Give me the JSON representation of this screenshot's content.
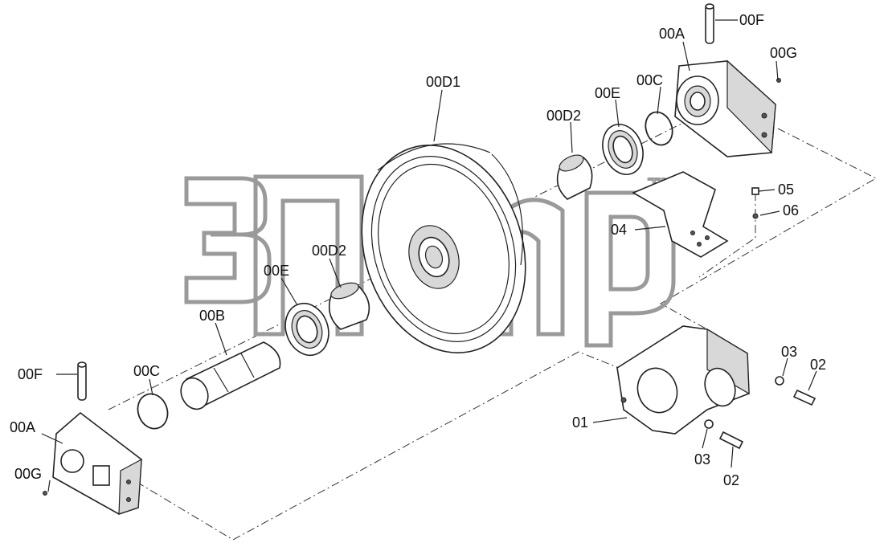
{
  "labels": {
    "l_00F_top": "00F",
    "l_00A_top": "00A",
    "l_00G_top": "00G",
    "l_00C_top": "00C",
    "l_00E_top": "00E",
    "l_00D2_top": "00D2",
    "l_00D1": "00D1",
    "l_05": "05",
    "l_06": "06",
    "l_04": "04",
    "l_00D2_mid": "00D2",
    "l_00E_mid": "00E",
    "l_00B": "00B",
    "l_00C_left": "00C",
    "l_00F_left": "00F",
    "l_00A_left": "00A",
    "l_00G_left": "00G",
    "l_03_top": "03",
    "l_02_top": "02",
    "l_01": "01",
    "l_03_bot": "03",
    "l_02_bot": "02"
  },
  "watermark": {
    "trademark": "TM"
  }
}
